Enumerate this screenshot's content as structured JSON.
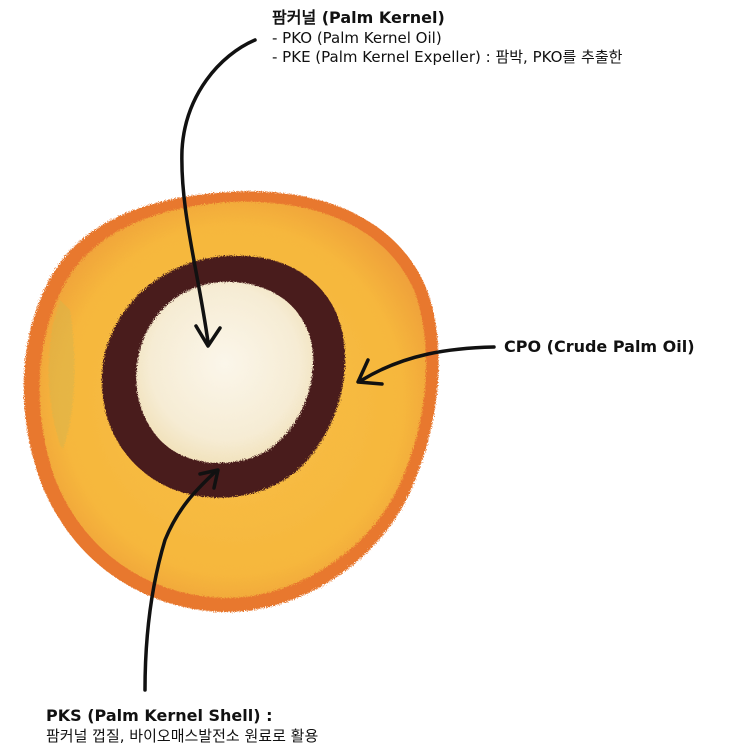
{
  "kernel": {
    "title": "팜커널 (Palm Kernel)",
    "lines": [
      "- PKO (Palm Kernel Oil)",
      "- PKE (Palm Kernel Expeller) : 팜박,  PKO를 추출한"
    ]
  },
  "cpo": {
    "title": "CPO (Crude Palm Oil)"
  },
  "pks": {
    "title": "PKS (Palm Kernel Shell) :",
    "line": "팜커널 껍질, 바이오매스발전소 원료로 활용"
  },
  "colors": {
    "mesocarp": "#f6b73c",
    "mesocarp_rim": "#e8782f",
    "shell": "#4a1a1c",
    "kernel": "#f6ecd4",
    "arrow": "#111111"
  },
  "icons": [
    "palm-fruit-cross-section-icon",
    "arrow-icon"
  ]
}
